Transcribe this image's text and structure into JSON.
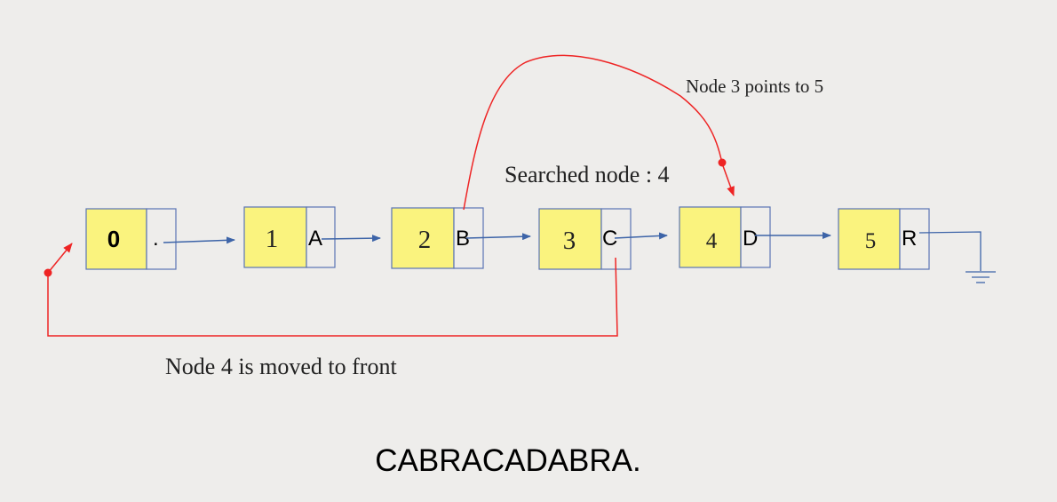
{
  "nodes": [
    {
      "index": "0",
      "char": "."
    },
    {
      "index": "1",
      "char": "A"
    },
    {
      "index": "2",
      "char": "B"
    },
    {
      "index": "3",
      "char": "C"
    },
    {
      "index": "4",
      "char": "D"
    },
    {
      "index": "5",
      "char": "R"
    }
  ],
  "annotations": {
    "searched": "Searched node : 4",
    "points_to": "Node 3 points to 5",
    "moved_front": "Node 4 is moved to front"
  },
  "footer": "CABRACADABRA.",
  "colors": {
    "index_fill": "#faf37e",
    "box_stroke": "#5a74b4",
    "link_arrow": "#3d64a8",
    "highlight": "#ee2424"
  }
}
